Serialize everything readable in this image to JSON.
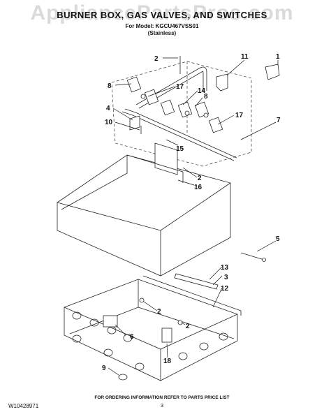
{
  "header": {
    "watermark": "AppliancePartsPros.com",
    "title": "BURNER BOX, GAS VALVES, AND SWITCHES",
    "model_line": "For Model: KGCU467VSS01",
    "finish": "(Stainless)"
  },
  "callouts": [
    "1",
    "2",
    "3",
    "4",
    "5",
    "6",
    "7",
    "8",
    "9",
    "10",
    "11",
    "12",
    "13",
    "14",
    "15",
    "16",
    "17",
    "18"
  ],
  "callout_labels": {
    "c1": "1",
    "c2a": "2",
    "c2b": "2",
    "c2c": "2",
    "c2d": "2",
    "c3": "3",
    "c4": "4",
    "c5": "5",
    "c6": "6",
    "c7": "7",
    "c8a": "8",
    "c8b": "8",
    "c9": "9",
    "c10": "10",
    "c11": "11",
    "c12": "12",
    "c13": "13",
    "c14": "14",
    "c15": "15",
    "c16": "16",
    "c17a": "17",
    "c17b": "17",
    "c18": "18"
  },
  "footer": {
    "note": "FOR ORDERING INFORMATION REFER TO PARTS PRICE LIST",
    "doc_number": "W10428971",
    "page": "3"
  }
}
